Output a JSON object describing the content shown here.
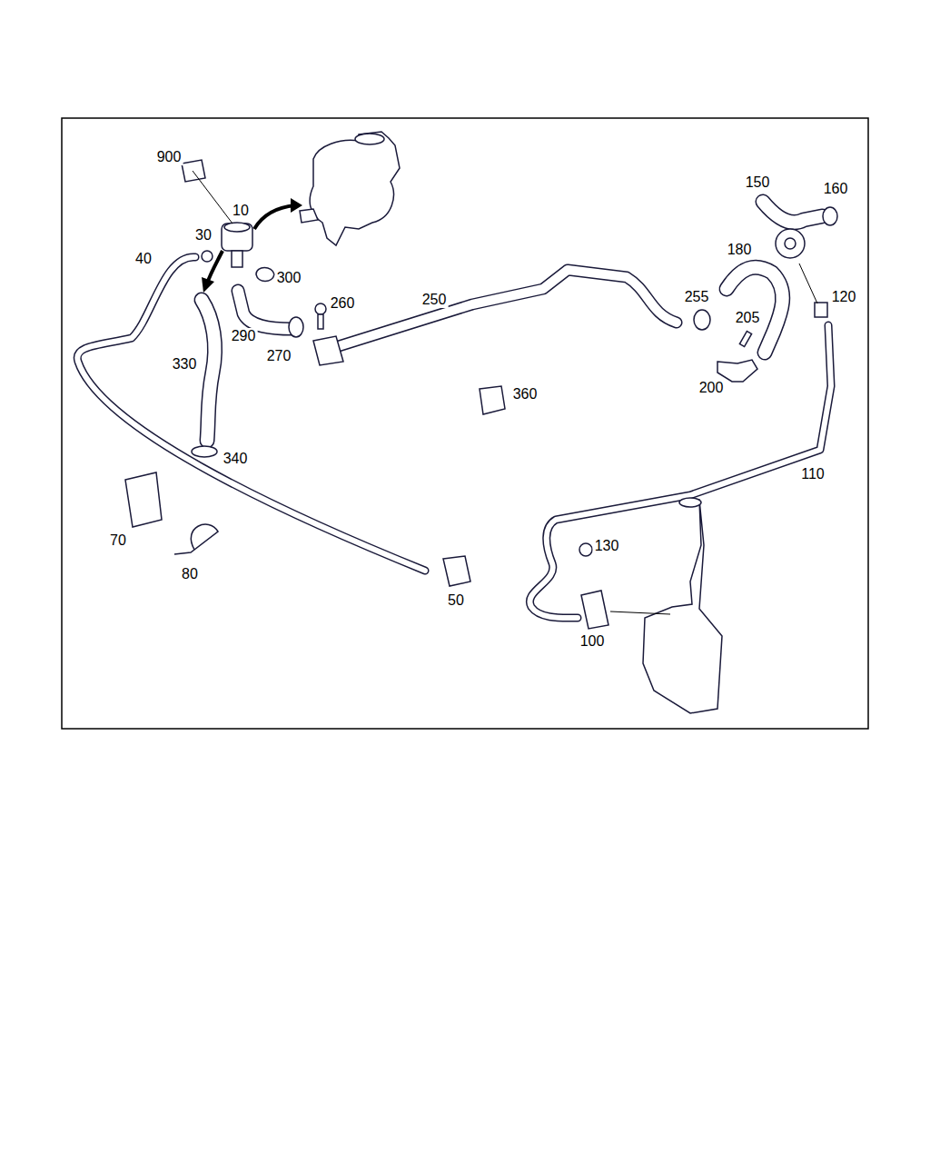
{
  "diagram": {
    "labels": [
      "900",
      "10",
      "30",
      "40",
      "300",
      "260",
      "250",
      "290",
      "270",
      "330",
      "340",
      "360",
      "150",
      "160",
      "180",
      "120",
      "255",
      "205",
      "200",
      "110",
      "70",
      "80",
      "50",
      "130",
      "100"
    ]
  }
}
